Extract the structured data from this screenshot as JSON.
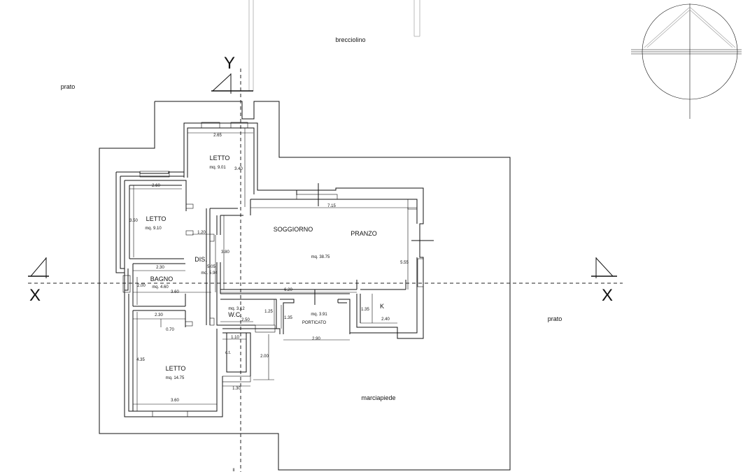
{
  "site": {
    "top": "brecciolino",
    "left": "prato",
    "right": "prato",
    "bottom": "marciapiede"
  },
  "axes": {
    "y": "Y",
    "x_left": "X",
    "x_right": "X",
    "section": "II"
  },
  "rooms": {
    "letto_top": {
      "name": "LETTO",
      "area": "mq. 9.01"
    },
    "letto_left": {
      "name": "LETTO",
      "area": "mq. 9.10"
    },
    "soggiorno": {
      "name": "SOGGIORNO",
      "area": "mq. 38.75"
    },
    "pranzo": {
      "name": "PRANZO"
    },
    "dis": {
      "name": "DIS.",
      "area": "mq. 5.94"
    },
    "bagno": {
      "name": "BAGNO",
      "area": "mq. 4.60"
    },
    "wc": {
      "name": "W.C.",
      "area": "mq. 3.12"
    },
    "porticato": {
      "name": "PORTICATO",
      "area": "mq. 3.91"
    },
    "k": {
      "name": "K"
    },
    "ct": {
      "name": "c.t."
    },
    "letto_bottom": {
      "name": "LETTO",
      "area": "mq. 14.75"
    }
  },
  "dims": {
    "d265": "2.65",
    "d340": "3.40",
    "d260": "2.60",
    "d350": "3.50",
    "d120": "1.20",
    "d715": "7.15",
    "d380": "3.80",
    "d555": "5.55",
    "d505": "5.05",
    "d230a": "2.30",
    "d200": "2.00",
    "d360a": "3.60",
    "d620": "6.20",
    "d125": "1.25",
    "d135a": "1.35",
    "d135b": "1.35",
    "d240": "2.40",
    "d250": "2.50",
    "d230b": "2.30",
    "d070": "0.70",
    "d290": "2.90",
    "d110": "1.10",
    "d200b": "2.00",
    "d435": "4.35",
    "d130": "1.30",
    "d360b": "3.60"
  }
}
